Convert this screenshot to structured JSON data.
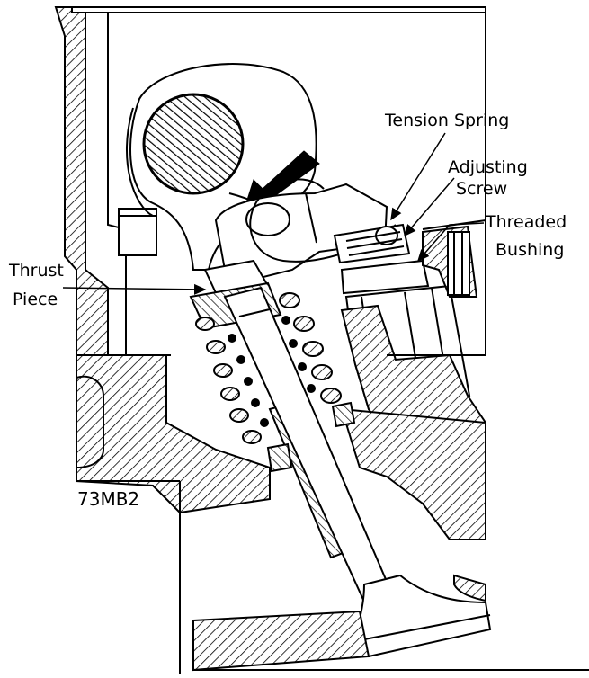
{
  "labels": {
    "tension_spring": "Tension Spring",
    "adjusting_screw_line1": "Adjusting",
    "adjusting_screw_line2": "Screw",
    "threaded_bushing_line1": "Threaded",
    "threaded_bushing_line2": "Bushing",
    "thrust_piece_line1": "Thrust",
    "thrust_piece_line2": "Piece",
    "figure_code": "73MB2"
  },
  "colors": {
    "ink": "#000000",
    "paper": "#ffffff"
  }
}
